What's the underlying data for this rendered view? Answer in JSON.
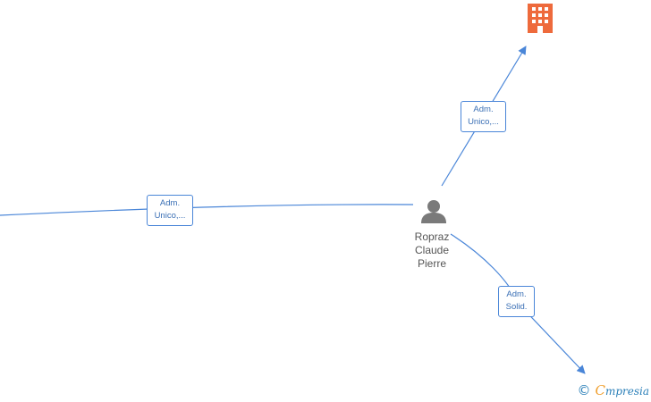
{
  "colors": {
    "edge": "#4a86d8",
    "label_text": "#3a6fb5",
    "company_icon": "#ee6a3c",
    "person_icon": "#7a7a7a",
    "node_text": "#555555",
    "brand": "#2a7fb8",
    "brand_accent": "#f0a030"
  },
  "person": {
    "icon": "person-icon",
    "name_lines": [
      "Ropraz",
      "Claude",
      "Pierre"
    ]
  },
  "company": {
    "icon": "building-icon"
  },
  "edges": [
    {
      "id": "to-company",
      "label_lines": [
        "Adm.",
        "Unico,..."
      ]
    },
    {
      "id": "from-left",
      "label_lines": [
        "Adm.",
        "Unico,..."
      ]
    },
    {
      "id": "to-bottom-right",
      "label_lines": [
        "Adm.",
        "Solid."
      ]
    }
  ],
  "footer": {
    "copyright_symbol": "©",
    "brand_first_letter": "C",
    "brand_rest": "mpresia"
  }
}
